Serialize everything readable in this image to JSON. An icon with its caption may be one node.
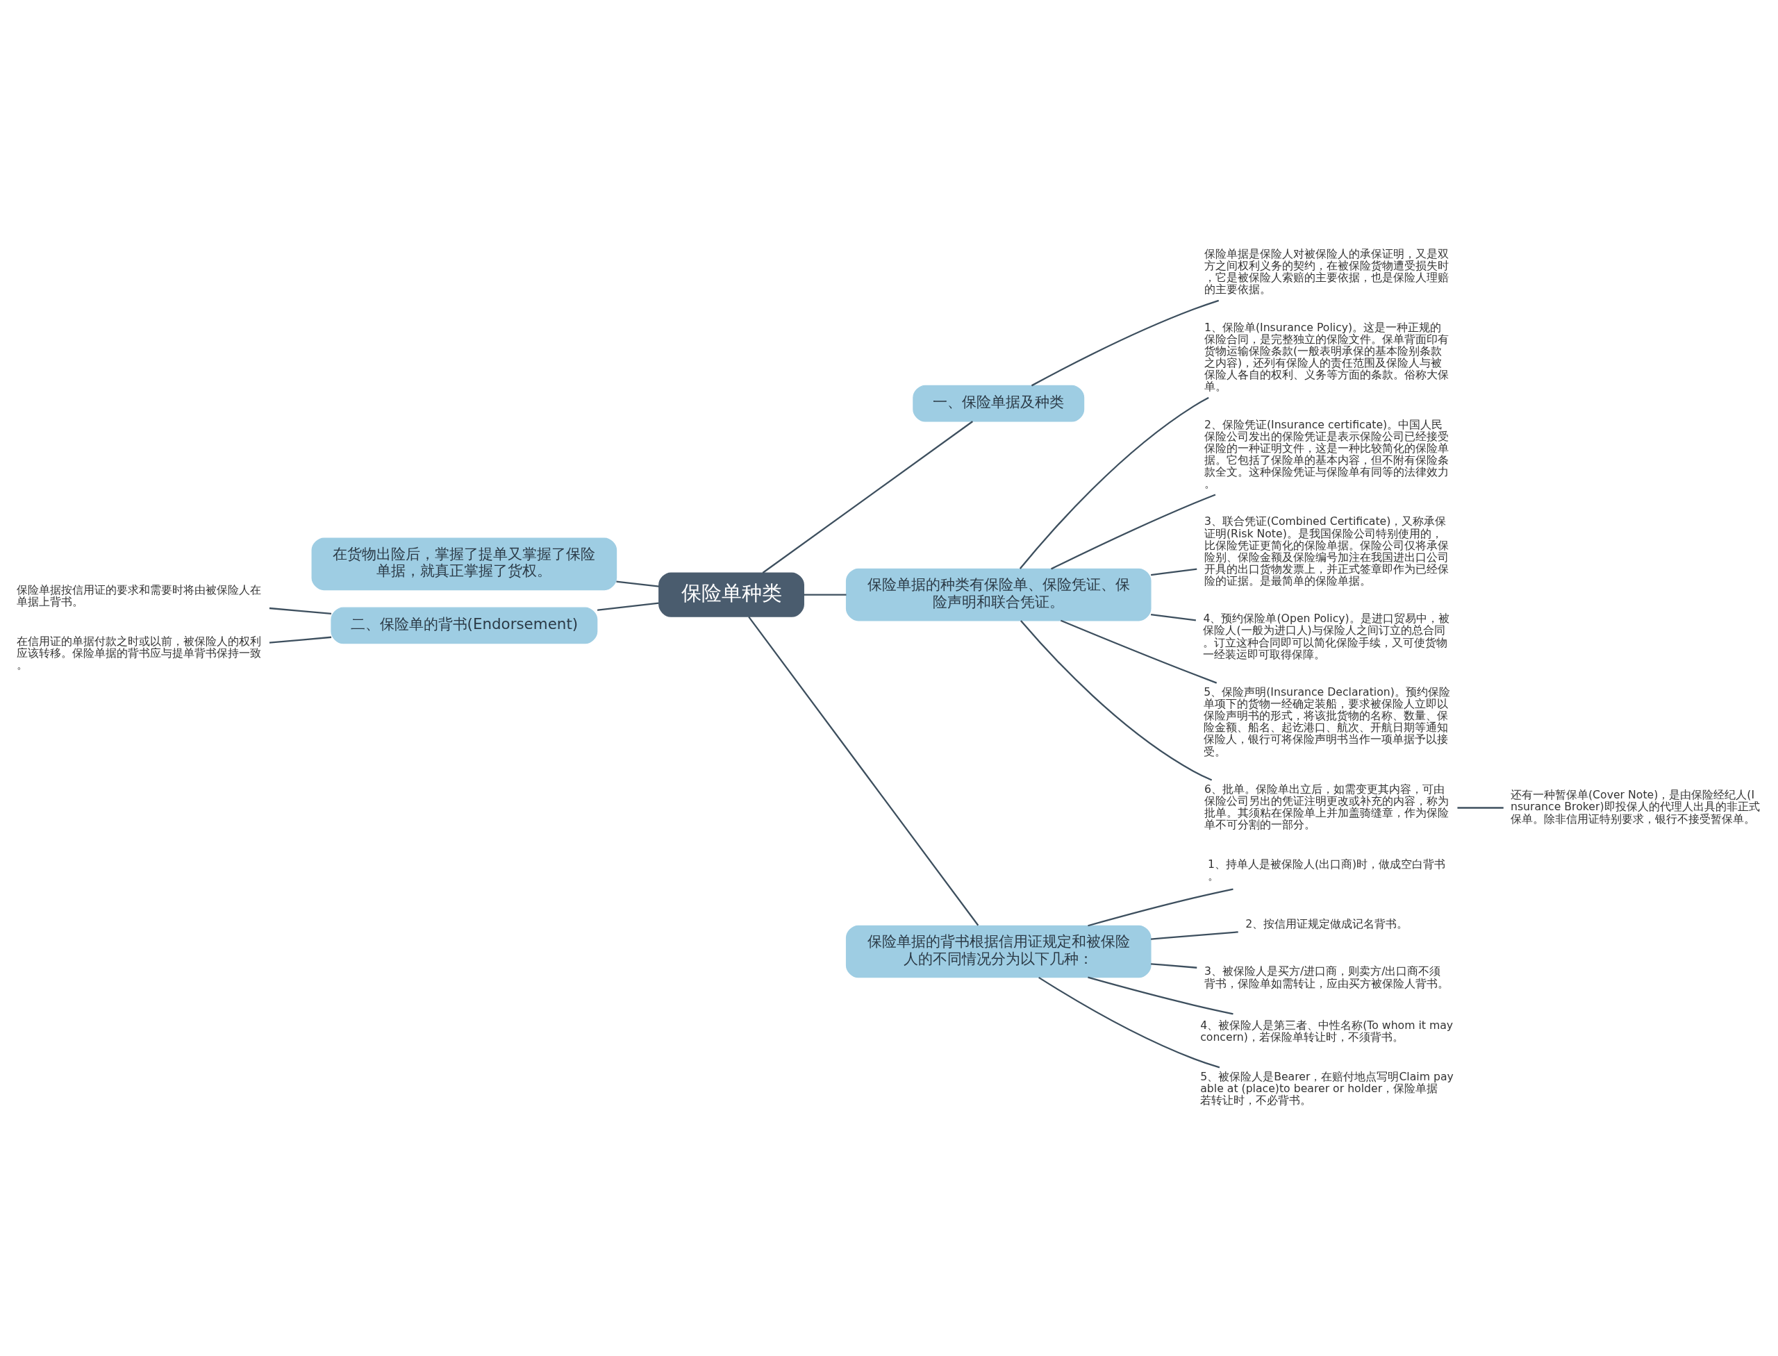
{
  "diagram": {
    "nodes": [
      {
        "text": [
          "保险单种类"
        ]
      },
      {
        "text": [
          "一、保险单据及种类"
        ]
      },
      {
        "text": [
          "保险单据是保险人对被保险人的承保证明，又是双方之间权利义务的契约，在被保险货物遭受损失时，它是被保险人索赔的主要依据，也是保险人理赔的主要依据。"
        ]
      },
      {
        "text": [
          "保险单据的种类有保险单、保险凭证、保险声明和联合凭证。"
        ]
      },
      {
        "text": [
          "1、保险单(Insurance Policy)。这是一种正规的保险合同，是完整独立的保险文件。保单背面印有货物运输保险条款(一般表明承保的基本险别条款之内容)，还列有保险人的责任范围及保险人与被保险人各自的权利、义务等方面的条款。俗称大保单。"
        ]
      },
      {
        "text": [
          "2、保险凭证(Insurance certificate)。中国人民保险公司发出的保险凭证是表示保险公司已经接受保险的一种证明文件，这是一种比较简化的保险单据。它包括了保险单的基本内容，但不附有保险条款全文。这种保险凭证与保险单有同等的法律效力。"
        ]
      },
      {
        "text": [
          "3、联合凭证(Combined Certificate)，又称承保证明(Risk Note)。是我国保险公司特别使用的，比保险凭证更简化的保险单据。保险公司仅将承保险别、保险金额及保险编号加注在我国进出口公司开具的出口货物发票上，并正式签章即作为已经保险的证据。是最简单的保险单据。"
        ]
      },
      {
        "text": [
          "4、预约保险单(Open Policy)。是进口贸易中，被保险人(一般为进口人)与保险人之间订立的总合同。订立这种合同即可以简化保险手续，又可使货物一经装运即可取得保障。"
        ]
      },
      {
        "text": [
          "5、保险声明(Insurance Declaration)。预约保险单项下的货物一经确定装船，要求被保险人立即以保险声明书的形式，将该批货物的名称、数量、保险金额、船名、起讫港口、航次、开航日期等通知保险人，银行可将保险声明书当作一项单据予以接受。"
        ]
      },
      {
        "text": [
          "6、批单。保险单出立后，如需变更其内容，可由保险公司另出的凭证注明更改或补充的内容，称为批单。其须粘在保险单上并加盖骑缝章，作为保险单不可分割的一部分。"
        ]
      },
      {
        "text": [
          "还有一种暂保单(Cover Note)，是由保险经纪人(Insurance Broker)即投保人的代理人出具的非正式保单。除非信用证特别要求，银行不接受暂保单。"
        ]
      },
      {
        "text": [
          "保险单据的背书根据信用证规定和被保险人的不同情况分为以下几种："
        ]
      },
      {
        "text": [
          "1、持单人是被保险人(出口商)时，做成空白背书。"
        ]
      },
      {
        "text": [
          "2、按信用证规定做成记名背书。"
        ]
      },
      {
        "text": [
          "3、被保险人是买方/进口商，则卖方/出口商不须背书，保险单如需转让，应由买方被保险人背书。"
        ]
      },
      {
        "text": [
          "4、被保险人是第三者、中性名称(To whom it may concern)，若保险单转让时，不须背书。"
        ]
      },
      {
        "text": [
          "5、被保险人是Bearer，在赔付地点写明Claim payable at (place)to bearer or holder，保险单据若转让时，不必背书。"
        ]
      },
      {
        "text": [
          "在货物出险后，掌握了提单又掌握了保险单据，就真正掌握了货权。"
        ]
      },
      {
        "text": [
          "二、保险单的背书(Endorsement)"
        ]
      },
      {
        "text": [
          "保险单据按信用证的要求和需要时将由被保险人在单据上背书。"
        ]
      },
      {
        "text": [
          "在信用证的单据付款之时或以前，被保险人的权利应该转移。保险单据的背书应与提单背书保持一致。"
        ]
      }
    ],
    "edges": [
      {
        "from": 0,
        "to": 1,
        "arrow": "none"
      },
      {
        "from": 1,
        "to": 2,
        "arrow": "none"
      },
      {
        "from": 0,
        "to": 3,
        "arrow": "none"
      },
      {
        "from": 3,
        "to": 4,
        "arrow": "none"
      },
      {
        "from": 3,
        "to": 5,
        "arrow": "none"
      },
      {
        "from": 3,
        "to": 6,
        "arrow": "none"
      },
      {
        "from": 3,
        "to": 7,
        "arrow": "none"
      },
      {
        "from": 3,
        "to": 8,
        "arrow": "none"
      },
      {
        "from": 3,
        "to": 9,
        "arrow": "none"
      },
      {
        "from": 9,
        "to": 10,
        "arrow": "none"
      },
      {
        "from": 0,
        "to": 11,
        "arrow": "none"
      },
      {
        "from": 11,
        "to": 12,
        "arrow": "none"
      },
      {
        "from": 11,
        "to": 13,
        "arrow": "none"
      },
      {
        "from": 11,
        "to": 14,
        "arrow": "none"
      },
      {
        "from": 11,
        "to": 15,
        "arrow": "none"
      },
      {
        "from": 11,
        "to": 16,
        "arrow": "none"
      },
      {
        "from": 0,
        "to": 17,
        "arrow": "none"
      },
      {
        "from": 0,
        "to": 18,
        "arrow": "none"
      },
      {
        "from": 18,
        "to": 19,
        "arrow": "none"
      },
      {
        "from": 18,
        "to": 20,
        "arrow": "none"
      }
    ]
  }
}
